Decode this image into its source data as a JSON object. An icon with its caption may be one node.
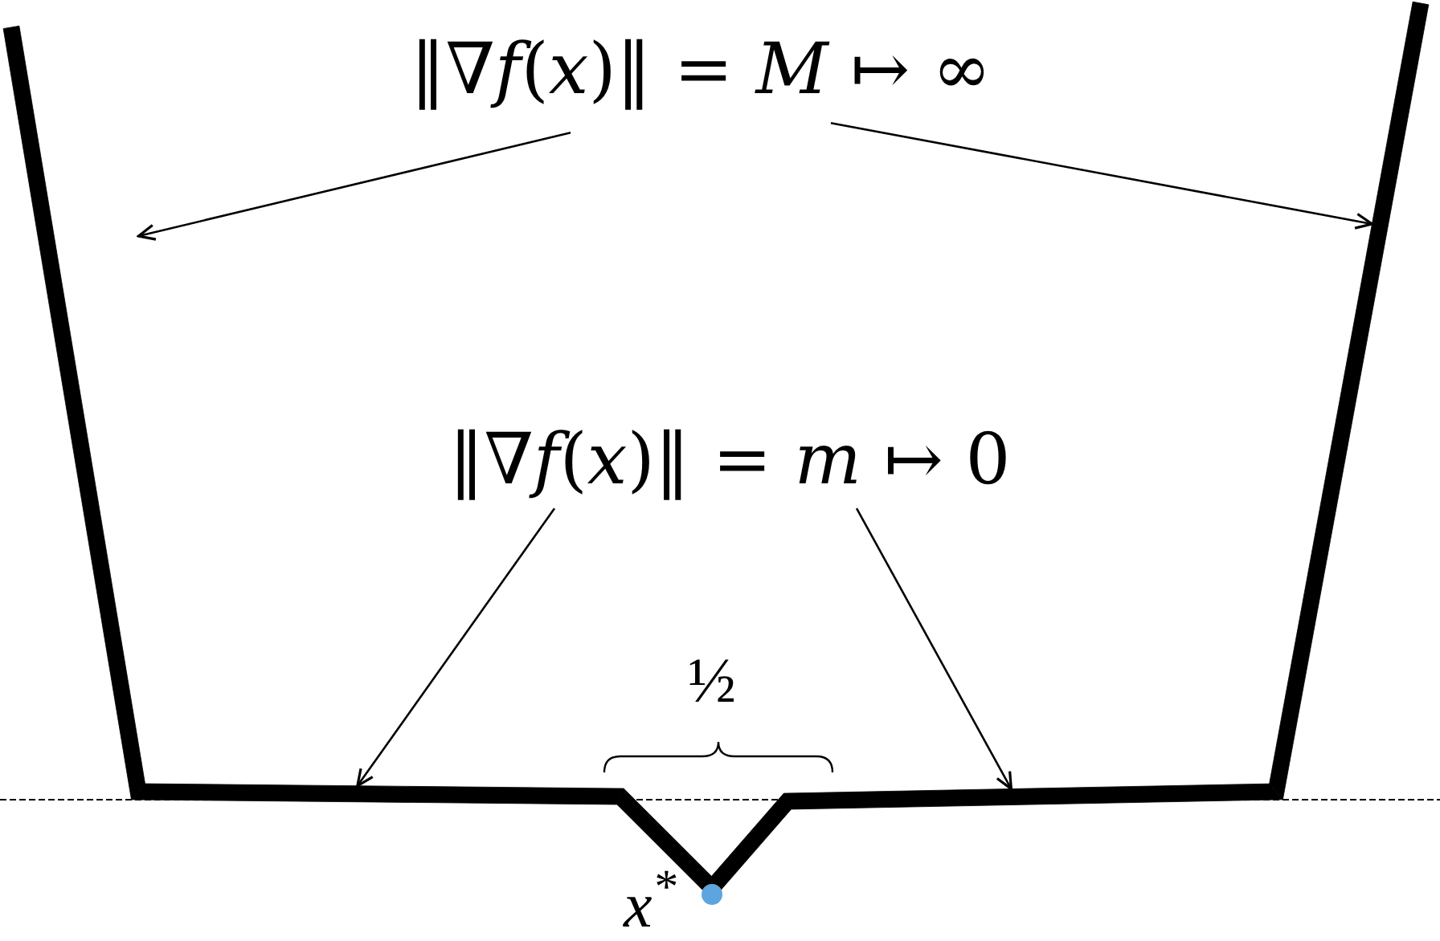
{
  "diagram": {
    "nodes": [
      {
        "text": [
          "‖∇*f*(*x*)‖ = *M* ↦ ∞"
        ]
      },
      {
        "text": [],
        "shape": "line"
      },
      {
        "text": [],
        "shape": "line"
      },
      {
        "text": [
          "‖∇*f*(*x*)‖ = *m* ↦ 0"
        ]
      },
      {
        "text": [],
        "shape": "line"
      },
      {
        "text": [],
        "shape": "line"
      },
      {
        "text": [],
        "shape": "line"
      }
    ],
    "edges": [
      {
        "from": 0,
        "to": 1,
        "arrow": "to"
      },
      {
        "from": 0,
        "to": 2,
        "arrow": "to"
      },
      {
        "from": 3,
        "to": 4,
        "arrow": "to"
      },
      {
        "from": 3,
        "to": 6,
        "arrow": "to"
      }
    ],
    "labels": [
      "½",
      "x$^{*}$"
    ]
  }
}
